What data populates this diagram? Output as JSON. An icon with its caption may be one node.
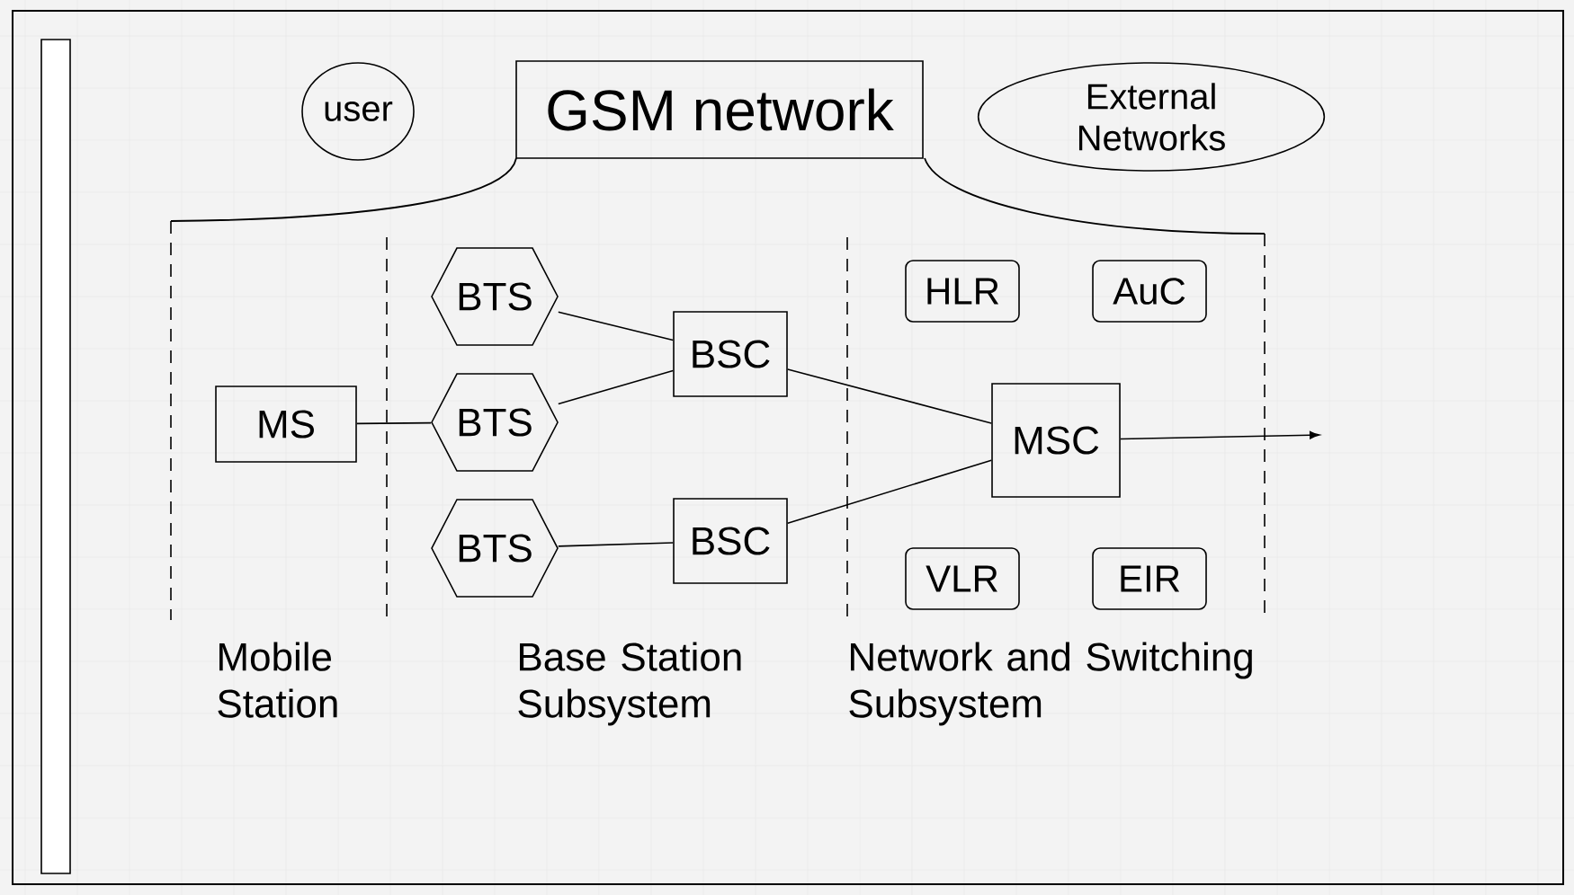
{
  "diagram": {
    "nodes": [
      {
        "text": [
          "user"
        ]
      },
      {
        "text": [
          "GSM network"
        ]
      },
      {
        "text": [
          "External Networks"
        ]
      },
      {
        "text": [
          "BTS"
        ]
      },
      {
        "text": [
          "BTS"
        ]
      },
      {
        "text": [
          "BTS"
        ]
      },
      {
        "text": [
          "BSC"
        ]
      },
      {
        "text": [
          "BSC"
        ]
      },
      {
        "text": [
          "MS"
        ]
      },
      {
        "text": [
          "HLR"
        ]
      },
      {
        "text": [
          "AuC"
        ]
      },
      {
        "text": [
          "MSC"
        ]
      },
      {
        "text": [
          "VLR"
        ]
      },
      {
        "text": [
          "EIR"
        ]
      }
    ],
    "edges": [
      {
        "from": 8,
        "to": 4,
        "arrow": "none"
      },
      {
        "from": 3,
        "to": 6,
        "arrow": "none"
      },
      {
        "from": 4,
        "to": 6,
        "arrow": "none"
      },
      {
        "from": 5,
        "to": 7,
        "arrow": "none"
      },
      {
        "from": 6,
        "to": 11,
        "arrow": "none"
      },
      {
        "from": 7,
        "to": 11,
        "arrow": "none"
      },
      {
        "from": 11,
        "to": null,
        "arrow": "to"
      }
    ],
    "labels": [
      "Mobile Station",
      "Base Station Subsystem",
      "Network and Switching Subsystem"
    ]
  }
}
